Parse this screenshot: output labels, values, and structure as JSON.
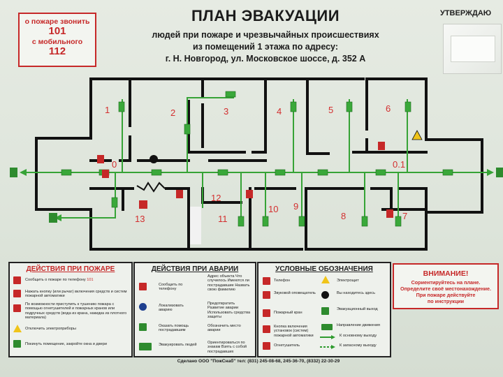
{
  "fire_call": {
    "line1": "о пожаре звонить",
    "num1": "101",
    "line2": "с мобильного",
    "num2": "112"
  },
  "title": {
    "main": "ПЛАН ЭВАКУАЦИИ",
    "sub1": "людей при пожаре и чрезвычайных происшествиях",
    "sub2": "из помещений 1 этажа по адресу:",
    "sub3": "г. Н. Новгород, ул. Московское шоссе, д. 352 А"
  },
  "approve": "УТВЕРЖДАЮ",
  "room_numbers": {
    "r1": "1",
    "r2": "2",
    "r3": "3",
    "r4": "4",
    "r5": "5",
    "r6": "6",
    "r7": "7",
    "r8": "8",
    "r9": "9",
    "r10": "10",
    "r11": "11",
    "r12": "12",
    "r13": "13",
    "p0": "0",
    "p01": "0.1"
  },
  "colors": {
    "accent_red": "#c62828",
    "evac_green": "#2e9b2e",
    "wall": "#111111"
  },
  "fire_actions": {
    "title": "ДЕЙСТВИЯ ПРИ ПОЖАРЕ",
    "items": [
      {
        "icon": "phone-icon",
        "text": "Сообщить о пожаре по телефону",
        "extra": "101"
      },
      {
        "icon": "alarm-button-icon",
        "text": "Нажать кнопку (или рычаг) включения средств и систем пожарной автоматики"
      },
      {
        "icon": "fire-hose-icon",
        "text": "По возможности приступить к тушению пожара с помощью огнетушителей и пожарных кранов или подручных средств (вода из крана, накидка из плотного материала)"
      },
      {
        "icon": "high-voltage-icon",
        "text": "Отключить электроприборы"
      },
      {
        "icon": "exit-icon",
        "text": "Покинуть помещение, закройте окна и двери"
      }
    ]
  },
  "accident_actions": {
    "title": "ДЕЙСТВИЯ ПРИ АВАРИИ",
    "items": [
      {
        "icon": "phone-icon",
        "text": "Сообщить по телефону",
        "note": "Адрес объекта Что случилось Имеются ли пострадавшие Назвать свою фамилию"
      },
      {
        "icon": "localize-icon",
        "text": "Локализовать аварию",
        "note": "Предотвратить Развитие аварии Использовать средства защиты"
      },
      {
        "icon": "first-aid-icon",
        "text": "Оказать помощь пострадавшим",
        "note": "Обозначить место аварии"
      },
      {
        "icon": "evacuate-icon",
        "text": "Эвакуировать людей",
        "note": "Ориентироваться по знакам Взять с собой пострадавших"
      }
    ]
  },
  "symbols": {
    "title": "УСЛОВНЫЕ ОБОЗНАЧЕНИЯ",
    "left": [
      {
        "icon": "phone-icon",
        "text": "Телефон"
      },
      {
        "icon": "siren-icon",
        "text": "Звуковой оповещатель"
      },
      {
        "icon": "fire-hydrant-icon",
        "text": "Пожарный кран"
      },
      {
        "icon": "alarm-button-icon",
        "text": "Кнопка включения установок (систем) пожарной автоматики"
      },
      {
        "icon": "extinguisher-icon",
        "text": "Огнетушитель"
      }
    ],
    "right": [
      {
        "icon": "electric-shield-icon",
        "text": "Электрощит"
      },
      {
        "icon": "you-are-here-icon",
        "text": "Вы находитесь здесь"
      },
      {
        "icon": "evac-exit-icon",
        "text": "Эвакуационный выход"
      },
      {
        "icon": "direction-icon",
        "text": "Направление движения"
      },
      {
        "icon": "main-exit-arrow-icon",
        "text": "К основному выходу"
      },
      {
        "icon": "spare-exit-arrow-icon",
        "text": "К запасному выходу"
      }
    ]
  },
  "attention": {
    "title": "ВНИМАНИЕ!",
    "line1": "Сориентируйтесь на плане.",
    "line2": "Определите своё местонахождение.",
    "line3": "При пожаре действуйте",
    "line4": "по инструкции"
  },
  "footer": "Сделано ООО \"ПожСнаб\" тел: (831) 245-08-68, 245-36-70, (8332) 22-30-29"
}
